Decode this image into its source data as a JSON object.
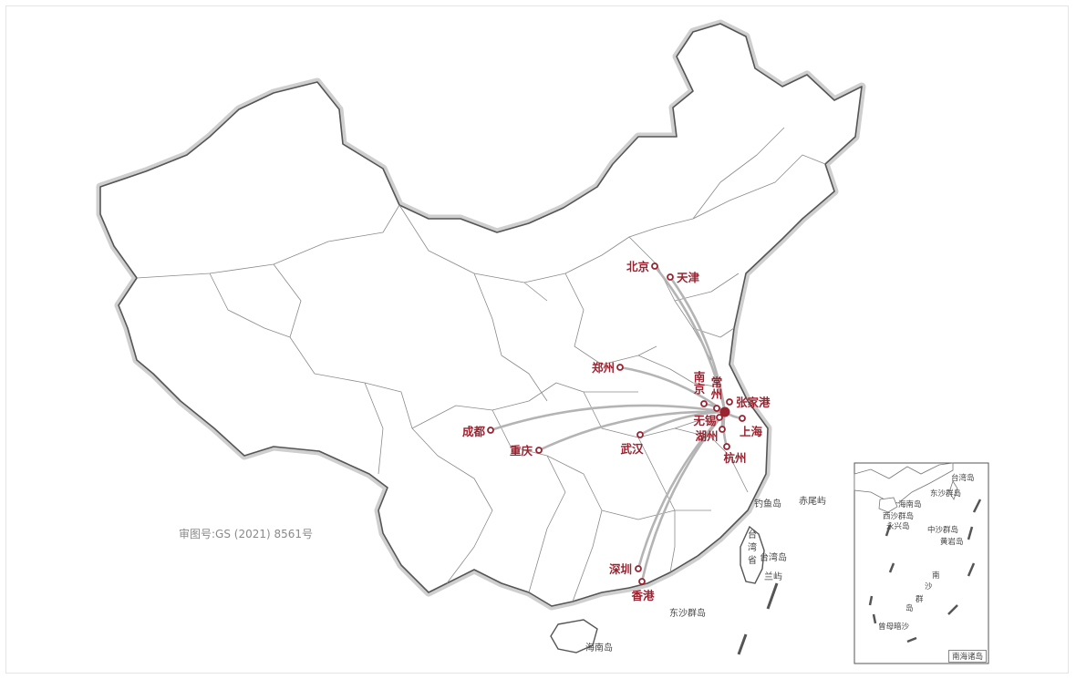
{
  "approval_number": "审图号:GS (2021) 8561号",
  "hub": "张家港",
  "cities": [
    {
      "id": "beijing",
      "label": "北京"
    },
    {
      "id": "tianjin",
      "label": "天津"
    },
    {
      "id": "zhengzhou",
      "label": "郑州"
    },
    {
      "id": "nanjing",
      "label": "南京"
    },
    {
      "id": "changzhou",
      "label": "常州"
    },
    {
      "id": "zhangjiagang",
      "label": "张家港"
    },
    {
      "id": "wuxi",
      "label": "无锡"
    },
    {
      "id": "shanghai",
      "label": "上海"
    },
    {
      "id": "huzhou",
      "label": "湖州"
    },
    {
      "id": "hangzhou",
      "label": "杭州"
    },
    {
      "id": "chengdu",
      "label": "成都"
    },
    {
      "id": "chongqing",
      "label": "重庆"
    },
    {
      "id": "wuhan",
      "label": "武汉"
    },
    {
      "id": "shenzhen",
      "label": "深圳"
    },
    {
      "id": "hongkong",
      "label": "香港"
    }
  ],
  "geo_labels": {
    "diaoyu": "钓鱼岛",
    "chiwei": "赤尾屿",
    "taiwan_province": "台湾省",
    "taiwan_island": "台湾岛",
    "lanyu": "兰屿",
    "dongsha": "东沙群岛",
    "hainan": "海南岛"
  },
  "inset": {
    "caption": "南海诸岛",
    "labels": {
      "taiwan": "台湾岛",
      "dongsha": "东沙群岛",
      "hainan": "海南岛",
      "xisha": "西沙群岛",
      "yongxing": "永兴岛",
      "zhongsha": "中沙群岛",
      "huangyan": "黄岩岛",
      "nansha": "南沙群岛",
      "zengmu": "曾母暗沙"
    }
  },
  "colors": {
    "route": "#b4b4b4",
    "marker": "#9a2330",
    "border": "#555555",
    "halo": "#c8c8c8"
  }
}
